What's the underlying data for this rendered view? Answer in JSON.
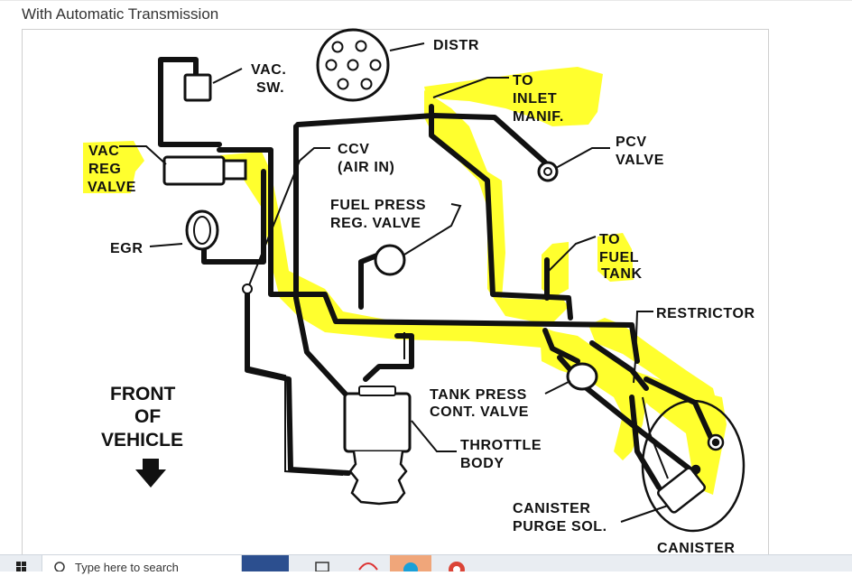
{
  "page": {
    "caption": "With Automatic Transmission"
  },
  "labels": {
    "distr": "DISTR",
    "vac_sw": [
      "VAC.",
      "SW."
    ],
    "to_inlet_manif": [
      "TO",
      "INLET",
      "MANIF."
    ],
    "pcv_valve": [
      "PCV",
      "VALVE"
    ],
    "vac_reg_valve": [
      "VAC",
      "REG",
      "VALVE"
    ],
    "ccv_air_in": [
      "CCV",
      "(AIR IN)"
    ],
    "fuel_press_reg_valve": [
      "FUEL PRESS",
      "REG. VALVE"
    ],
    "egr": "EGR",
    "to_fuel_tank": [
      "TO",
      "FUEL",
      "TANK"
    ],
    "restrictor": "RESTRICTOR",
    "front_of_vehicle": [
      "FRONT",
      "OF",
      "VEHICLE"
    ],
    "tank_press_cont_valve": [
      "TANK PRESS",
      "CONT. VALVE"
    ],
    "throttle_body": [
      "THROTTLE",
      "BODY"
    ],
    "canister_purge_sol": [
      "CANISTER",
      "PURGE SOL."
    ],
    "canister": "CANISTER"
  },
  "colors": {
    "highlight": "#ffff2e",
    "hose": "#111111",
    "taskbar": "#e9edf2"
  },
  "taskbar": {
    "search_placeholder": "Type here to search",
    "icons": [
      "windows-start-icon",
      "search-icon",
      "app-icon-1",
      "app-icon-2",
      "app-icon-3",
      "app-icon-4",
      "chrome-icon"
    ]
  }
}
